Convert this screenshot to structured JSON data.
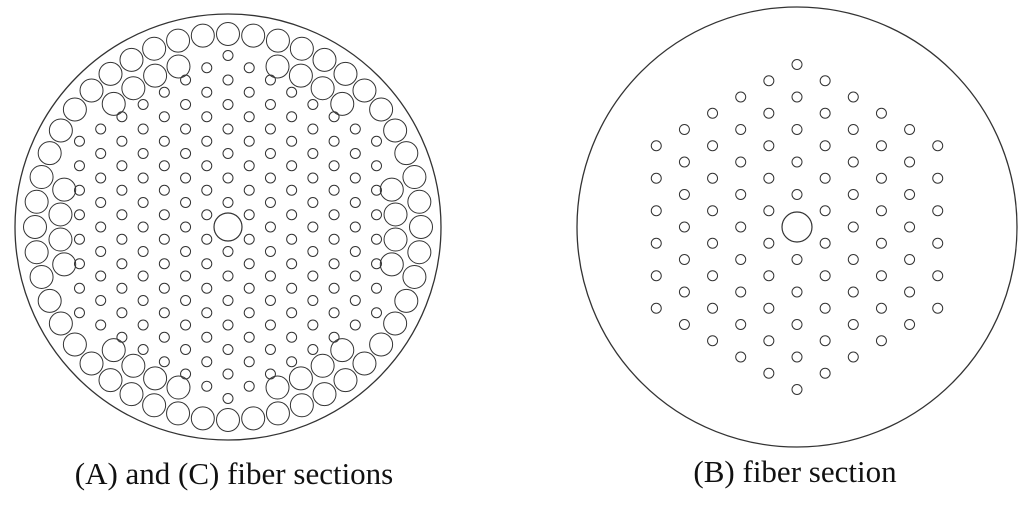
{
  "panels": [
    {
      "id": "left",
      "caption": "(A) and (C) fiber sections",
      "inner_lattice": {
        "arrangement": "hexagonal",
        "rings": 7
      },
      "outer_large_holes": {
        "rows": 3
      }
    },
    {
      "id": "right",
      "caption": "(B) fiber section",
      "inner_lattice": {
        "arrangement": "hexagonal",
        "rings": 5
      }
    }
  ],
  "colors": {
    "stroke": "#333333",
    "background": "#ffffff"
  }
}
